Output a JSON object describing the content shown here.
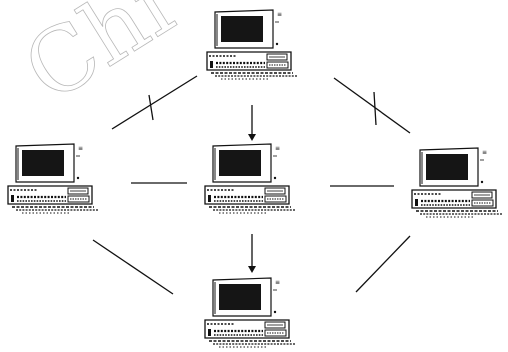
{
  "diagram": {
    "kind": "network topology",
    "node_icon": "desktop-computer-icon",
    "watermark_text": "Chi",
    "nodes": [
      {
        "id": "top",
        "icon": "desktop-computer-icon"
      },
      {
        "id": "left",
        "icon": "desktop-computer-icon"
      },
      {
        "id": "center",
        "icon": "desktop-computer-icon"
      },
      {
        "id": "right",
        "icon": "desktop-computer-icon"
      },
      {
        "id": "bottom",
        "icon": "desktop-computer-icon"
      }
    ],
    "links": [
      {
        "id": "top-left",
        "from": "top",
        "to": "left",
        "break_mark": true
      },
      {
        "id": "top-right",
        "from": "top",
        "to": "right",
        "break_mark": true
      },
      {
        "id": "top-center",
        "from": "top",
        "to": "center",
        "arrow": true
      },
      {
        "id": "left-center",
        "from": "left",
        "to": "center"
      },
      {
        "id": "center-right",
        "from": "center",
        "to": "right"
      },
      {
        "id": "center-bottom",
        "from": "center",
        "to": "bottom",
        "arrow": true
      },
      {
        "id": "left-bottom",
        "from": "left",
        "to": "bottom"
      },
      {
        "id": "right-bottom",
        "from": "right",
        "to": "bottom"
      }
    ],
    "colors": {
      "ink": "#111111",
      "screen": "#151515",
      "watermark": "#b8b8b8",
      "background": "#ffffff"
    }
  }
}
